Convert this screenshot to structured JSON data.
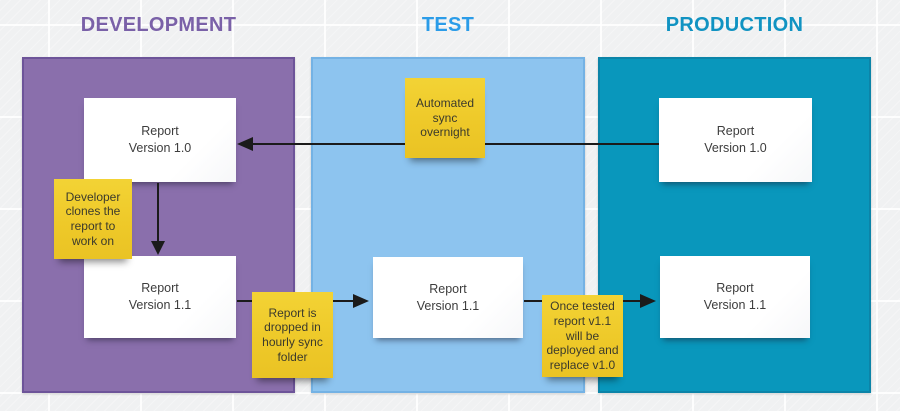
{
  "board": {
    "background_color": "#f0f1f2",
    "arrow_color": "#1b1b1b",
    "sticky_color": "#eec929"
  },
  "columns": {
    "development": {
      "label": "DEVELOPMENT",
      "header_color": "#7a61a8",
      "panel_color": "#8a6fac"
    },
    "test": {
      "label": "TEST",
      "header_color": "#2b9ce8",
      "panel_color": "#8dc4ef"
    },
    "production": {
      "label": "PRODUCTION",
      "header_color": "#1193c2",
      "panel_color": "#0997bc"
    }
  },
  "cards": {
    "dev_v10": {
      "title": "Report",
      "subtitle": "Version 1.0"
    },
    "dev_v11": {
      "title": "Report",
      "subtitle": "Version 1.1"
    },
    "test_v11": {
      "title": "Report",
      "subtitle": "Version 1.1"
    },
    "prod_v10": {
      "title": "Report",
      "subtitle": "Version 1.0"
    },
    "prod_v11": {
      "title": "Report",
      "subtitle": "Version 1.1"
    }
  },
  "stickies": {
    "developer_clones": {
      "text": "Developer\nclones the\nreport to\nwork on"
    },
    "automated_sync": {
      "text": "Automated\nsync\novernight"
    },
    "report_dropped": {
      "text": "Report is\ndropped in\nhourly sync\nfolder"
    },
    "once_tested": {
      "text": "Once tested\nreport v1.1\nwill be\ndeployed and\nreplace v1.0"
    }
  }
}
